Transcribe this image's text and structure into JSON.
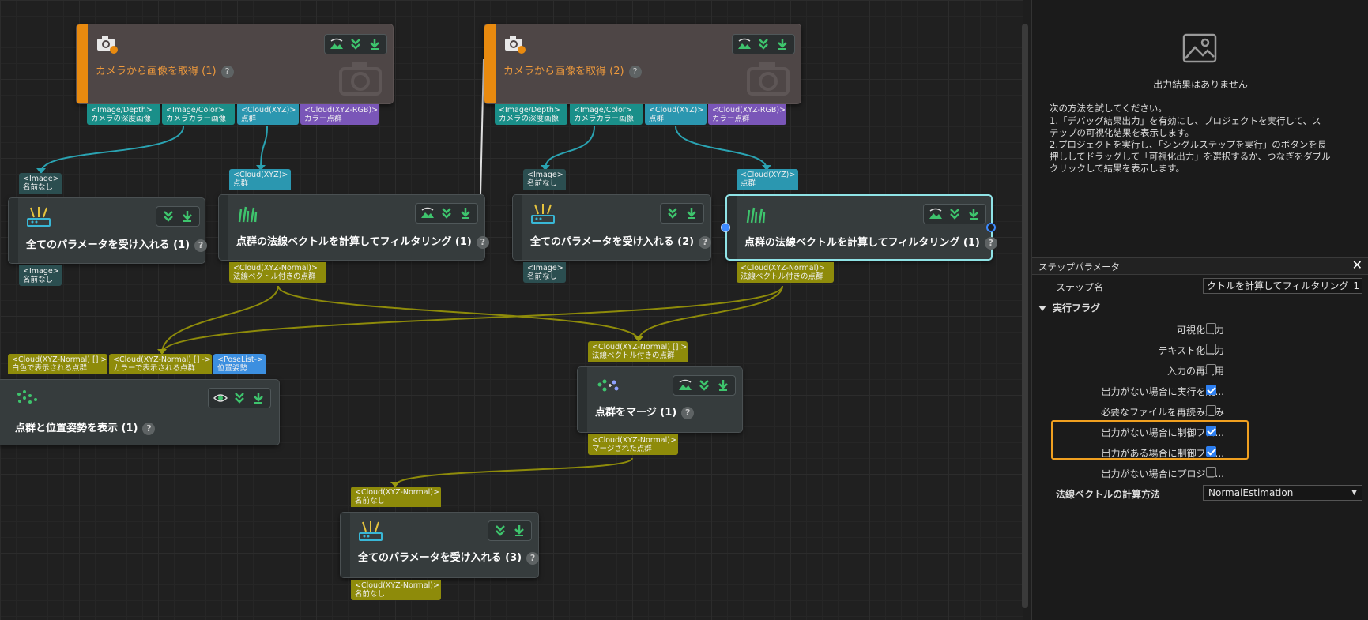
{
  "canvas": {
    "nodes": {
      "cam1": {
        "title": "カメラから画像を取得 (1)",
        "ports_out": [
          {
            "type": "<Image/Depth>",
            "label": "カメラの深度画像"
          },
          {
            "type": "<Image/Color>",
            "label": "カメラカラー画像"
          },
          {
            "type": "<Cloud(XYZ)>",
            "label": "点群"
          },
          {
            "type": "<Cloud(XYZ-RGB)>",
            "label": "カラー点群"
          }
        ]
      },
      "cam2": {
        "title": "カメラから画像を取得 (2)",
        "ports_out": [
          {
            "type": "<Image/Depth>",
            "label": "カメラの深度画像"
          },
          {
            "type": "<Image/Color>",
            "label": "カメラカラー画像"
          },
          {
            "type": "<Cloud(XYZ)>",
            "label": "点群"
          },
          {
            "type": "<Cloud(XYZ-RGB)>",
            "label": "カラー点群"
          }
        ]
      },
      "accept1": {
        "title": "全てのパラメータを受け入れる (1)",
        "port_in": {
          "type": "<Image>",
          "label": "名前なし"
        },
        "port_out": {
          "type": "<Image>",
          "label": "名前なし"
        }
      },
      "normal1": {
        "title": "点群の法線ベクトルを計算してフィルタリング (1)",
        "port_in": {
          "type": "<Cloud(XYZ)>",
          "label": "点群"
        },
        "port_out": {
          "type": "<Cloud(XYZ-Normal)>",
          "label": "法線ベクトル付きの点群"
        }
      },
      "accept2": {
        "title": "全てのパラメータを受け入れる (2)",
        "port_in": {
          "type": "<Image>",
          "label": "名前なし"
        },
        "port_out": {
          "type": "<Image>",
          "label": "名前なし"
        }
      },
      "normal2": {
        "title": "点群の法線ベクトルを計算してフィルタリング (1)",
        "port_in": {
          "type": "<Cloud(XYZ)>",
          "label": "点群"
        },
        "port_out": {
          "type": "<Cloud(XYZ-Normal)>",
          "label": "法線ベクトル付きの点群"
        }
      },
      "display": {
        "title": "点群と位置姿勢を表示 (1)",
        "ports_in": [
          {
            "type": "<Cloud(XYZ-Normal) [] >",
            "label": "白色で表示される点群"
          },
          {
            "type": "<Cloud(XYZ-Normal) [] ->",
            "label": "カラーで表示される点群"
          },
          {
            "type": "<PoseList->",
            "label": "位置姿勢"
          }
        ]
      },
      "merge": {
        "title": "点群をマージ (1)",
        "port_in": {
          "type": "<Cloud(XYZ-Normal) [] >",
          "label": "法線ベクトル付きの点群"
        },
        "port_out": {
          "type": "<Cloud(XYZ-Normal)>",
          "label": "マージされた点群"
        }
      },
      "accept3": {
        "title": "全てのパラメータを受け入れる (3)",
        "port_in": {
          "type": "<Cloud(XYZ-Normal)>",
          "label": "名前なし"
        },
        "port_out": {
          "type": "<Cloud(XYZ-Normal)>",
          "label": "名前なし"
        }
      }
    },
    "help_glyph": "?"
  },
  "preview": {
    "no_result": "出力結果はありません",
    "lines": [
      "次の方法を試してください。",
      "1.「デバッグ結果出力」を有効にし、プロジェクトを実行して、ス",
      "テップの可視化結果を表示します。",
      "2.プロジェクトを実行し、「シングルステップを実行」のボタンを長",
      "押ししてドラッグして「可視化出力」を選択するか、つなぎをダブル",
      "クリックして結果を表示します。"
    ]
  },
  "params": {
    "title": "ステップパラメータ",
    "close": "✕",
    "step_name_label": "ステップ名",
    "step_name_value": "クトルを計算してフィルタリング_1",
    "flags_section": "実行フラグ",
    "flags": [
      {
        "label": "可視化出力",
        "checked": false
      },
      {
        "label": "テキスト化出力",
        "checked": false
      },
      {
        "label": "入力の再利用",
        "checked": false
      },
      {
        "label": "出力がない場合に実行を続...",
        "checked": true
      },
      {
        "label": "必要なファイルを再読み込み",
        "checked": false
      },
      {
        "label": "出力がない場合に制御フロ...",
        "checked": true
      },
      {
        "label": "出力がある場合に制御フロ...",
        "checked": true
      },
      {
        "label": "出力がない場合にプロジェ...",
        "checked": false
      }
    ],
    "method_label": "法線ベクトルの計算方法",
    "method_value": "NormalEstimation"
  },
  "colors": {
    "accent_orange": "#e88a0f",
    "highlight": "#f0a020",
    "checkbox_on": "#2d7ff0",
    "wire_teal": "#2aa3b2",
    "wire_olive": "#9a9a10"
  }
}
